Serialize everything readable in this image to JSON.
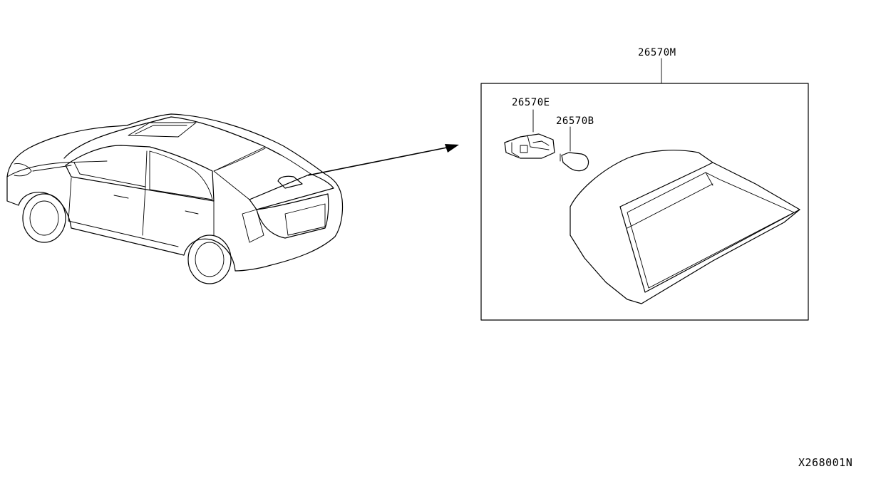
{
  "diagram": {
    "reference_code": "X268001N",
    "parts": [
      {
        "id": "assembly",
        "label": "26570M"
      },
      {
        "id": "socket",
        "label": "26570E"
      },
      {
        "id": "bulb",
        "label": "26570B"
      }
    ],
    "line_color": "#000000",
    "background_color": "#ffffff"
  }
}
